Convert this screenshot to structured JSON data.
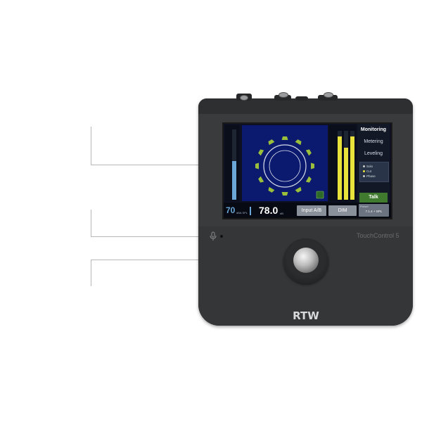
{
  "colors": {
    "device_body": "#3a3b3d",
    "screen_bg": "#0b1a6e",
    "meter_yellow": "#e8e23a",
    "meter_green": "#3fd24a",
    "meter_blue": "#6aa7d8",
    "talk_green": "#3f7a2e",
    "speaker_icon": "#9bbf3a"
  },
  "device": {
    "model_label": "TouchControl 5",
    "logo": "RTW"
  },
  "screen": {
    "menu": {
      "items": [
        {
          "label": "Monitoring",
          "active": true
        },
        {
          "label": "Metering",
          "active": false
        },
        {
          "label": "Leveling",
          "active": false
        }
      ],
      "status": [
        {
          "label": "Solo",
          "color": "#c9c9c9"
        },
        {
          "label": "Cut",
          "color": "#e8e23a"
        },
        {
          "label": "Phase",
          "color": "#c9c9c9"
        }
      ],
      "talk_label": "Talk"
    },
    "strip": {
      "level_value": "70",
      "level_unit": "dBA SPL",
      "gain_value": "78.0",
      "gain_unit": "dB",
      "input_button": "Input A/B",
      "dim_button": "DIM",
      "preset_label": "Preset",
      "preset_value": "7.1.4 + SPL"
    },
    "left_meter": {
      "level": 0.55
    },
    "right_meters": [
      {
        "level": 0.92,
        "color": "#e8e23a"
      },
      {
        "level": 0.75,
        "color": "#e8e23a"
      },
      {
        "level": 0.92,
        "color": "#e8e23a"
      }
    ],
    "speaker_count": 12
  }
}
